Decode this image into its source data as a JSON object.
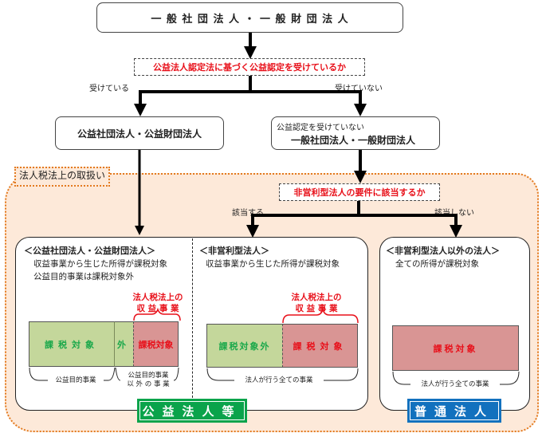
{
  "top_box": {
    "title": "一 般 社 団 法 人 ・ 一 般 財 団 法 人"
  },
  "question1": {
    "text": "公益法人認定法に基づく公益認定を受けているか"
  },
  "branch1": {
    "yes": "受けている",
    "no": "受けていない"
  },
  "left_node": {
    "title": "公益社団法人・公益財団法人"
  },
  "right_node": {
    "subtitle": "公益認定を受けていない",
    "title": "一般社団法人・一般財団法人"
  },
  "tax_area": {
    "label": "法人税法上の取扱い"
  },
  "question2": {
    "text": "非営利型法人の要件に該当するか"
  },
  "branch2": {
    "yes": "該当する",
    "no": "該当しない"
  },
  "panels": {
    "public": {
      "title": "＜公益社団法人・公益財団法人＞",
      "lines": [
        "収益事業から生じた所得が課税対象",
        "公益目的事業は課税対象外"
      ],
      "bracket_label": [
        "法人税法上の",
        "収 益 事 業"
      ],
      "segments": {
        "nontaxable": "課税対象",
        "nontaxable_tail": "外",
        "taxable": "課税対象"
      },
      "under_left": "公益目的事業",
      "under_right": [
        "公益目的事業",
        "以 外 の 事 業"
      ]
    },
    "nonprofit": {
      "title": "＜非営利型法人＞",
      "lines": [
        "収益事業から生じた所得が課税対象"
      ],
      "bracket_label": [
        "法人税法上の",
        "収 益 事 業"
      ],
      "segments": {
        "nontaxable": "課税対象外",
        "taxable": "課税対象"
      },
      "under": "法人が行う全ての事業"
    },
    "other": {
      "title": "＜非営利型法人以外の法人＞",
      "lines": [
        "全ての所得が課税対象"
      ],
      "segments": {
        "taxable": "課税対象"
      },
      "under": "法人が行う全ての事業"
    }
  },
  "badges": {
    "public": "公益法人等",
    "ordinary": "普通法人"
  },
  "colors": {
    "question_text": "#e8101a",
    "nontaxable_fill": "#c4d79b",
    "nontaxable_text": "#1aa84a",
    "taxable_fill": "#d99594",
    "taxable_text": "#e8101a",
    "tax_area_fill": "#fde9d9",
    "tax_area_border": "#e37a1f",
    "badge_public": "#0aa34b",
    "badge_ordinary": "#1271be"
  }
}
